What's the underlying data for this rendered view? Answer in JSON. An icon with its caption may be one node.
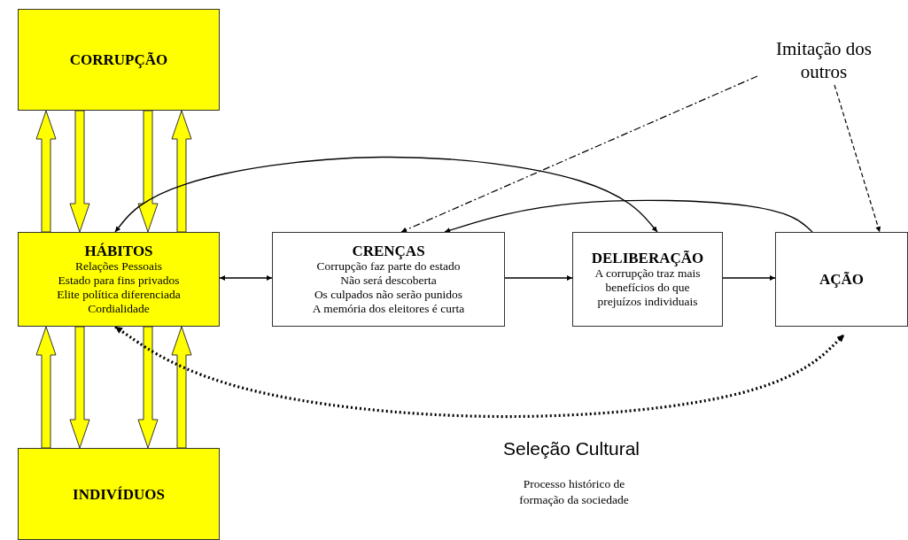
{
  "diagram": {
    "nodes": [
      {
        "text": [
          "CORRUPÇÃO"
        ]
      },
      {
        "text": [
          "HÁBITOS",
          "Relações Pessoais",
          "Estado para fins privados",
          "Elite política diferenciada",
          "Cordialidade"
        ]
      },
      {
        "text": [
          "CRENÇAS",
          "Corrupção faz parte do estado",
          "Não será descoberta",
          "Os culpados não serão punidos",
          "A memória dos eleitores é curta"
        ]
      },
      {
        "text": [
          "DELIBERAÇÃO",
          "A corrupção traz mais benefícios do que prejuízos individuais"
        ]
      },
      {
        "text": [
          "AÇÃO"
        ]
      },
      {
        "text": [
          "INDIVÍDUOS"
        ]
      },
      {
        "text": [
          "Imitação dos outros"
        ]
      }
    ],
    "edges": [
      {
        "from": 1,
        "to": 0,
        "arrow": "to",
        "style": "thick",
        "color": "#ffff00"
      },
      {
        "from": 0,
        "to": 1,
        "arrow": "to",
        "style": "thick",
        "color": "#ffff00"
      },
      {
        "from": 0,
        "to": 1,
        "arrow": "to",
        "style": "thick",
        "color": "#ffff00"
      },
      {
        "from": 1,
        "to": 0,
        "arrow": "to",
        "style": "thick",
        "color": "#ffff00"
      },
      {
        "from": 5,
        "to": 1,
        "arrow": "to",
        "style": "thick",
        "color": "#ffff00"
      },
      {
        "from": 1,
        "to": 5,
        "arrow": "to",
        "style": "thick",
        "color": "#ffff00"
      },
      {
        "from": 1,
        "to": 5,
        "arrow": "to",
        "style": "thick",
        "color": "#ffff00"
      },
      {
        "from": 5,
        "to": 1,
        "arrow": "to",
        "style": "thick",
        "color": "#ffff00"
      },
      {
        "from": 1,
        "to": 2,
        "arrow": "both"
      },
      {
        "from": 2,
        "to": 3,
        "arrow": "to"
      },
      {
        "from": 3,
        "to": 4,
        "arrow": "to"
      },
      {
        "from": 1,
        "to": 3,
        "arrow": "both"
      },
      {
        "from": 4,
        "to": 2,
        "arrow": "to"
      },
      {
        "from": 6,
        "to": 2,
        "arrow": "to",
        "style": "dashed"
      },
      {
        "from": 6,
        "to": 4,
        "arrow": "to",
        "style": "dashed"
      },
      {
        "from": 1,
        "to": 4,
        "arrow": "both",
        "style": "dashed"
      }
    ],
    "labels": [
      "Seleção Cultural",
      "Processo histórico de formação da sociedade"
    ]
  }
}
